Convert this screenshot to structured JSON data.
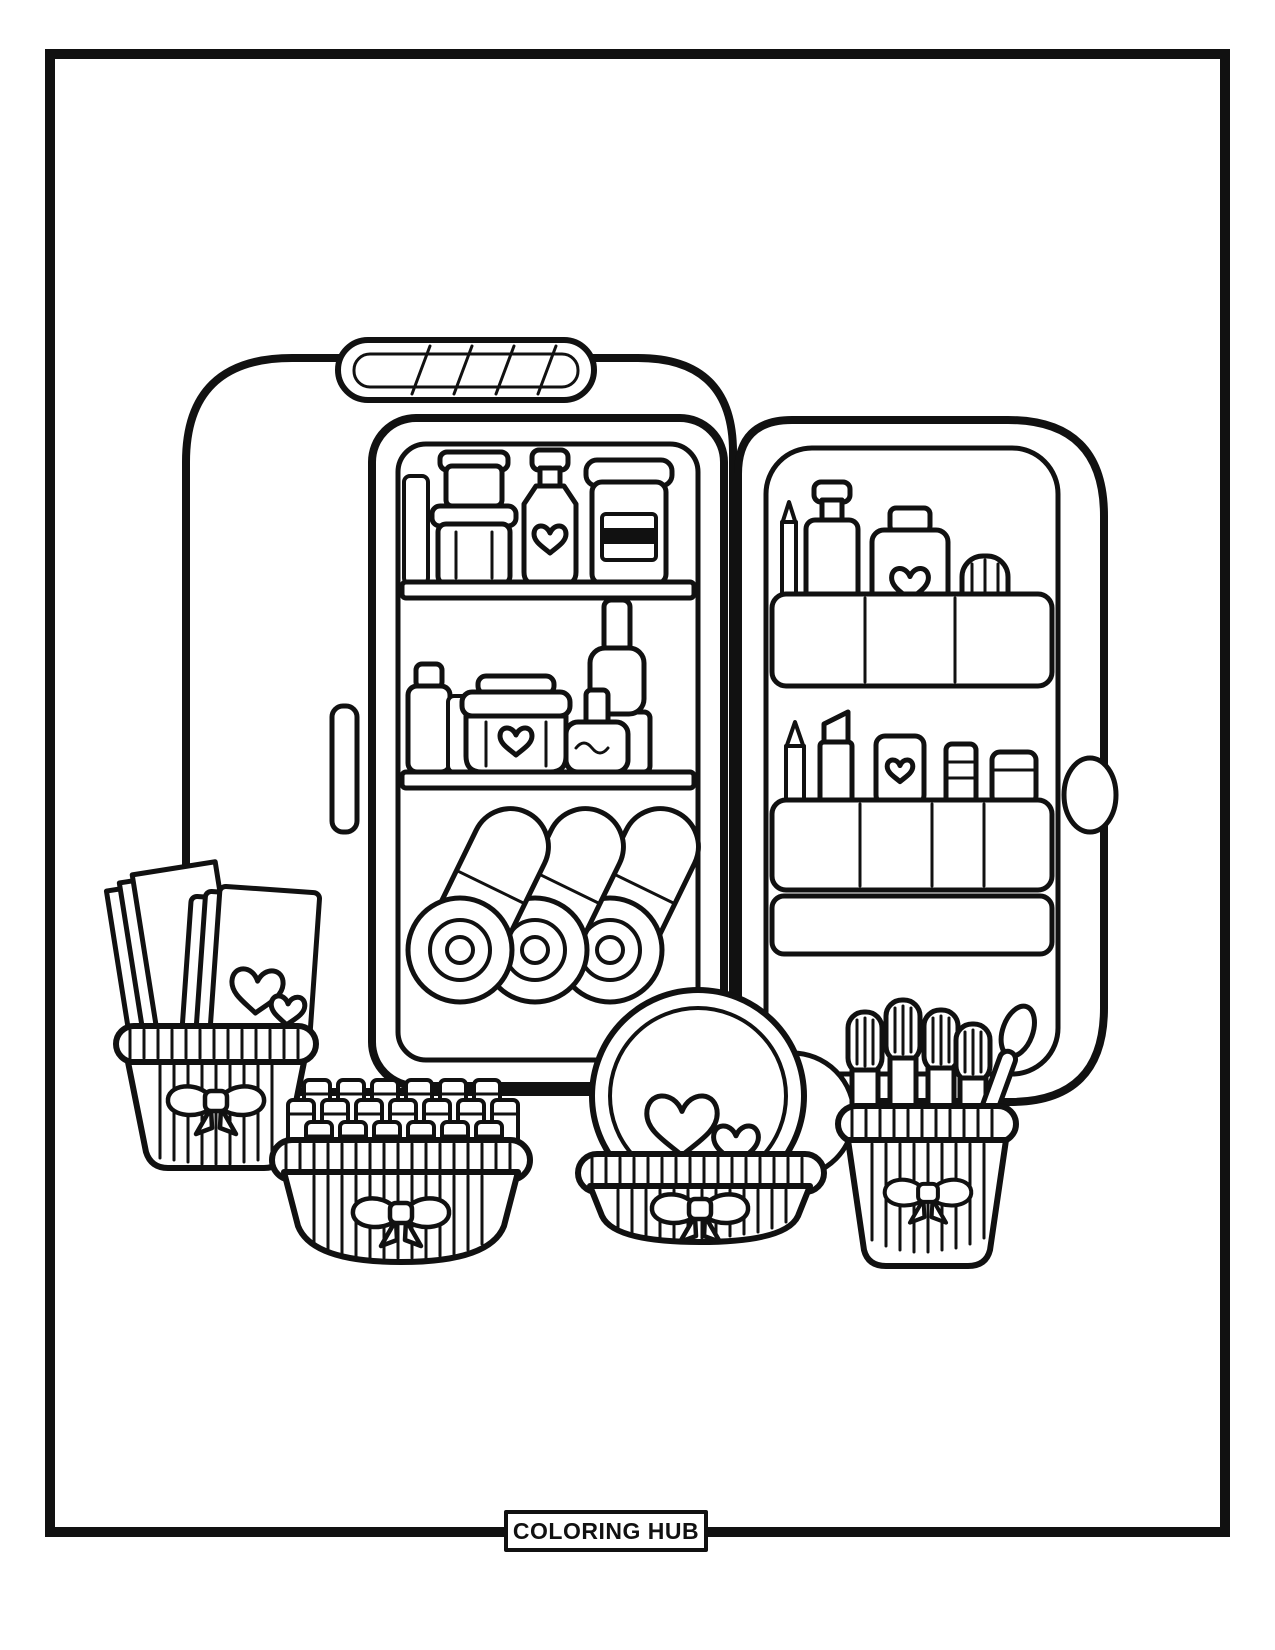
{
  "page": {
    "paper_color": "#ffffff",
    "ink_color": "#111111"
  },
  "footer": {
    "brand": "COLORING HUB"
  },
  "illustration": {
    "subject": "makeup mini fridge coloring page: open fridge with shelves of cosmetics, door pockets with tools, and four ribbon baskets of makeup",
    "elements": [
      "makeup-fridge",
      "fridge-top-handle",
      "fridge-interior",
      "fridge-shelf",
      "jar-stack",
      "pump-bottle",
      "labeled-jar",
      "lotion-bottle",
      "cream-jar",
      "nail-polish-bottle",
      "makeup-roll",
      "fridge-door",
      "fridge-door-handle",
      "door-pocket",
      "cosmetic-tube",
      "makeup-brush",
      "lipstick",
      "basket-of-palettes",
      "basket-of-lipsticks",
      "basket-with-compact",
      "basket-of-brushes",
      "ribbon-bow",
      "heart-decoration"
    ]
  }
}
